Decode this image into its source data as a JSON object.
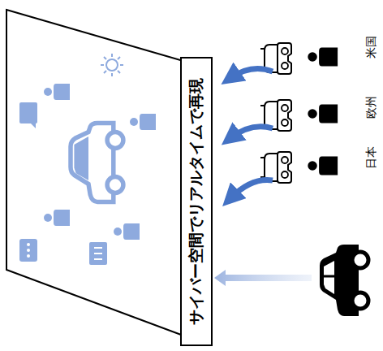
{
  "diagram": {
    "nodes": [
      {
        "text": [
          "サイバー空間でリアルタイムで再現"
        ]
      }
    ],
    "labels": [
      "米国",
      "欧州",
      "日本"
    ]
  }
}
